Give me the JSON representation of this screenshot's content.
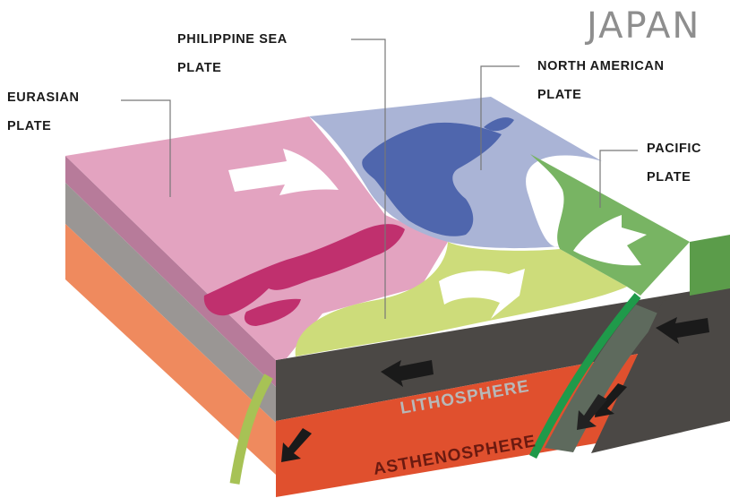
{
  "title": "JAPAN",
  "plate_labels": {
    "eurasian": [
      "EURASIAN",
      "PLATE"
    ],
    "philippine_sea": [
      "PHILIPPINE SEA",
      "PLATE"
    ],
    "north_american": [
      "NORTH AMERICAN",
      "PLATE"
    ],
    "pacific": [
      "PACIFIC",
      "PLATE"
    ]
  },
  "layers": {
    "lithosphere": "LITHOSPHERE",
    "asthenosphere": "ASTHENOSPHERE"
  },
  "colors": {
    "eurasian": "#e3a3c0",
    "north_american": "#aab4d6",
    "philippine_sea": "#cddc7a",
    "pacific": "#78b463",
    "lithosphere": "#4b4845",
    "asthenosphere": "#e0502e",
    "japan_islands_south": "#c0306e",
    "japan_islands_north": "#4f66ad",
    "leader_line": "#777777"
  }
}
